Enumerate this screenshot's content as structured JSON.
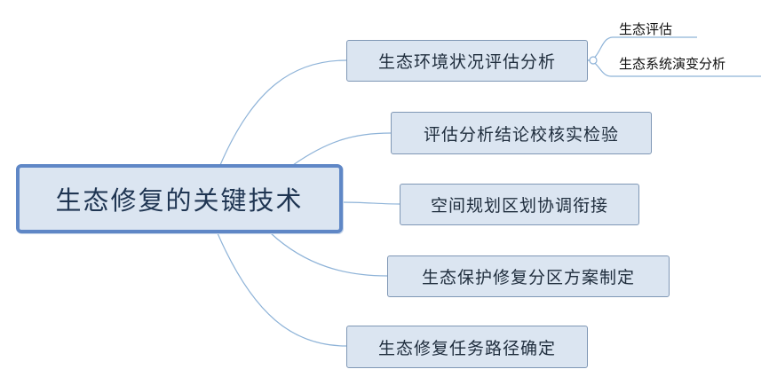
{
  "root": {
    "label": "生态修复的关键技术"
  },
  "branches": [
    {
      "label": "生态环境状况评估分析",
      "children": [
        "生态评估",
        "生态系统演变分析"
      ]
    },
    {
      "label": "评估分析结论校核实检验"
    },
    {
      "label": "空间规划区划协调衔接"
    },
    {
      "label": "生态保护修复分区方案制定"
    },
    {
      "label": "生态修复任务路径确定"
    }
  ],
  "colors": {
    "connector": "#8eb3d8",
    "node_fill": "#dbe5f1",
    "node_border": "#7f97b5",
    "root_border": "#5f87c6"
  }
}
